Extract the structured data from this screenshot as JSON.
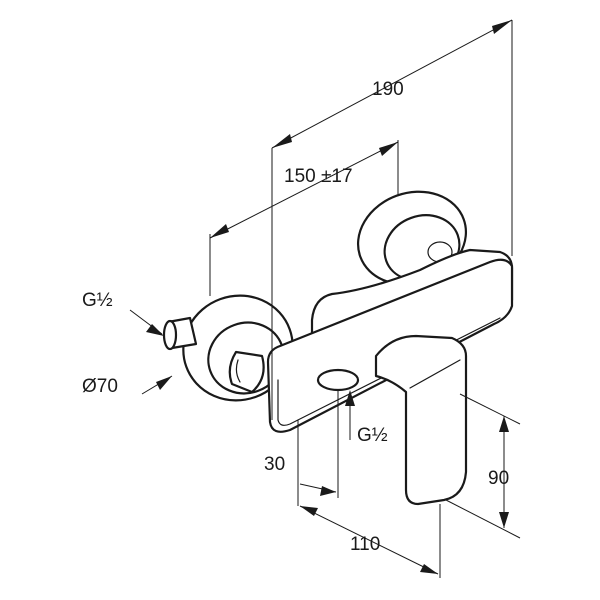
{
  "diagram": {
    "labels": {
      "overall_width": "190",
      "center_distance": "150 ±17",
      "inlet_thread": "G½",
      "rosette_diameter": "Ø70",
      "outlet_thread": "G½",
      "outlet_offset": "30",
      "lever_height": "90",
      "projection": "110"
    },
    "colors": {
      "line": "#1a1a1a",
      "background": "#ffffff"
    }
  }
}
